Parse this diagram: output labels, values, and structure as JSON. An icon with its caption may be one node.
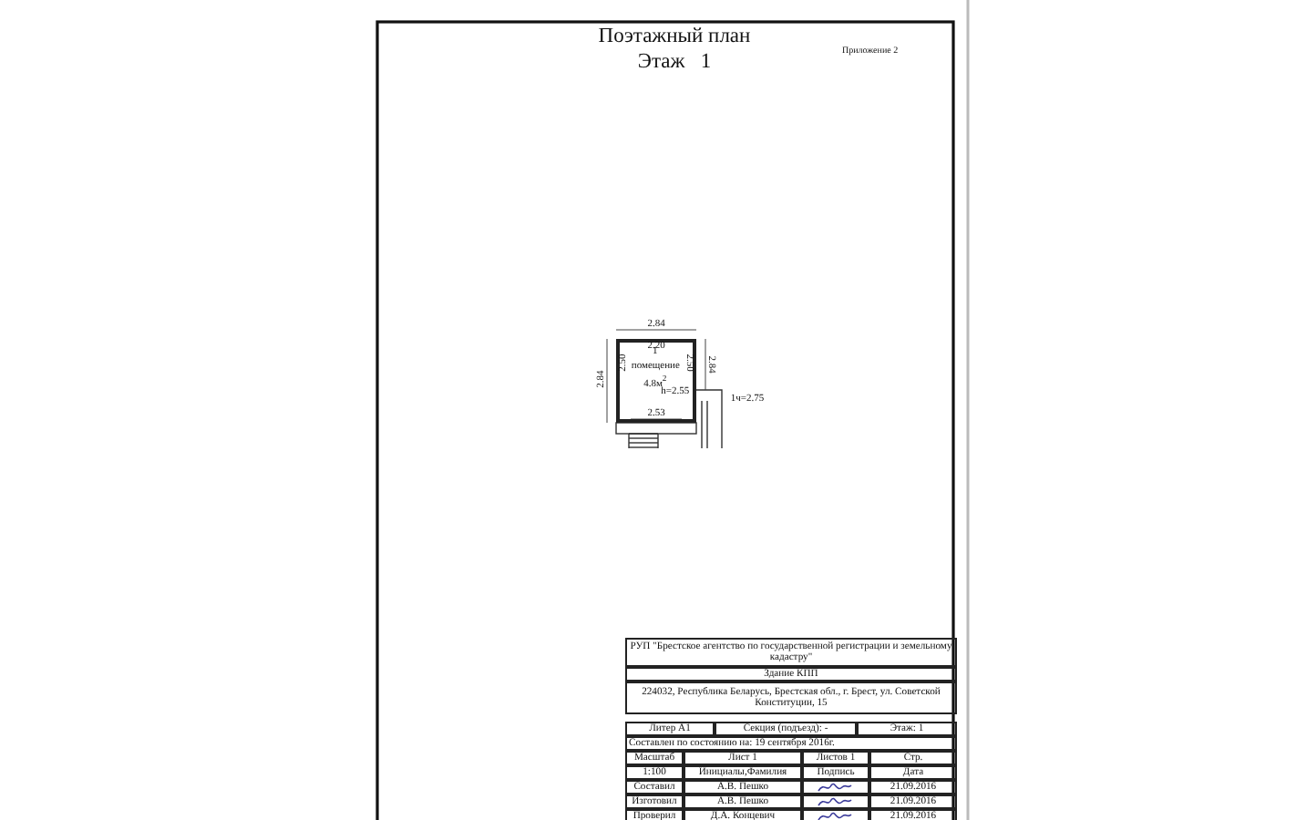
{
  "diagram": {
    "title": "Поэтажный план",
    "nodes": [
      {
        "text": [
          "1",
          "помещение",
          "4.8м$^{2}$",
          "h=2.55"
        ]
      }
    ],
    "labels": [
      "Приложение 2",
      "Этаж   1",
      "2.84",
      "2.20",
      "2.50",
      "2.50",
      "2.84",
      "2.84",
      "2.53",
      "1ч=2.75",
      "РУП \"Брестское агентство по государственной регистрации и земельному кадастру\"",
      "Здание КПП",
      "224032, Республика Беларусь, Брестская обл., г. Брест, ул. Советской Конституции, 15",
      "Литер А1",
      "Секция (подъезд): -",
      "Этаж: 1",
      "Составлен по состоянию на: 19 сентября 2016г.",
      "Масштаб",
      "Лист 1",
      "Листов 1",
      "Стр.",
      "1:100",
      "Инициалы,Фамилия",
      "Подпись",
      "Дата",
      "Составил",
      "А.В. Пешко",
      "21.09.2016",
      "Изготовил",
      "А.В. Пешко",
      "21.09.2016",
      "Проверил",
      "Д.А. Концевич",
      "21.09.2016"
    ]
  }
}
